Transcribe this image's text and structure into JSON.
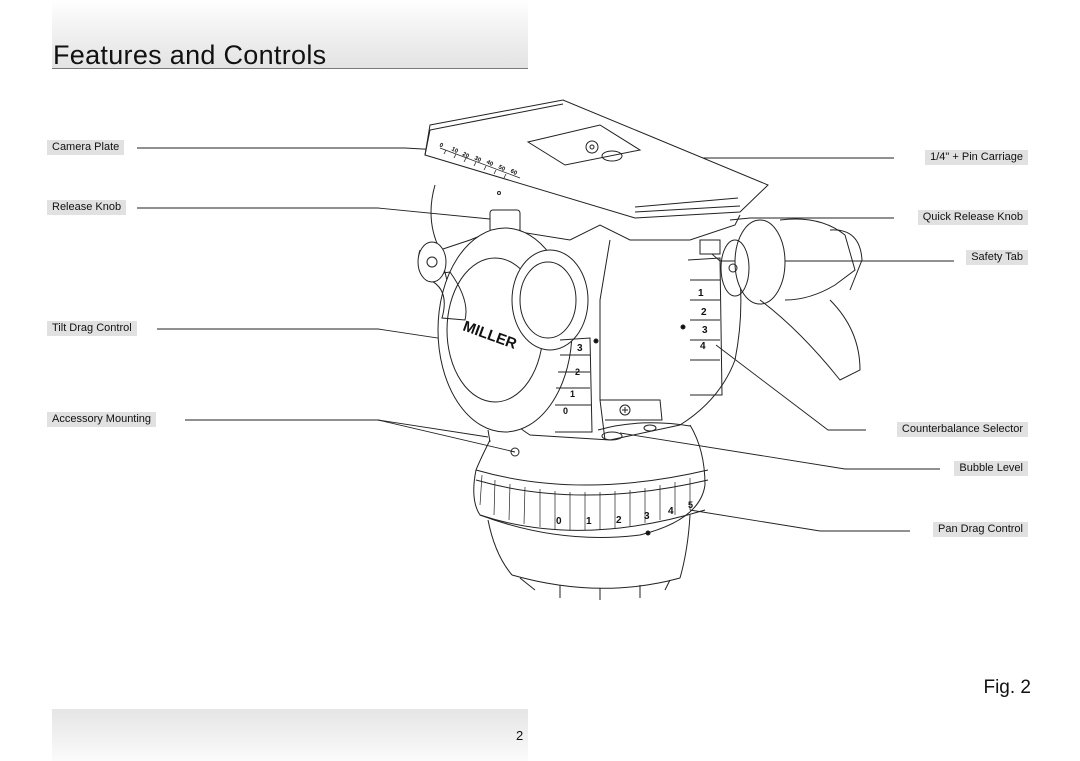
{
  "header": {
    "title": "Features and Controls"
  },
  "callouts_left": {
    "camera_plate": "Camera Plate",
    "release_knob": "Release Knob",
    "tilt_drag_control": "Tilt Drag Control",
    "accessory_mounting": "Accessory Mounting"
  },
  "callouts_right": {
    "pin_carriage": "1/4\" + Pin Carriage",
    "quick_release_knob": "Quick Release Knob",
    "safety_tab": "Safety Tab",
    "counterbalance_selector": "Counterbalance Selector",
    "bubble_level": "Bubble Level",
    "pan_drag_control": "Pan Drag Control"
  },
  "illustration": {
    "brand": "MILLER",
    "scale_marks": [
      "0",
      "10",
      "20",
      "30",
      "40",
      "50",
      "60"
    ],
    "tilt_scale": [
      "3",
      "2",
      "1",
      "0"
    ],
    "counterbalance_scale": [
      "1",
      "2",
      "3",
      "4"
    ],
    "pan_scale": [
      "0",
      "1",
      "2",
      "3",
      "4",
      "5"
    ]
  },
  "figure": {
    "label": "Fig. 2"
  },
  "footer": {
    "page_number": "2"
  }
}
